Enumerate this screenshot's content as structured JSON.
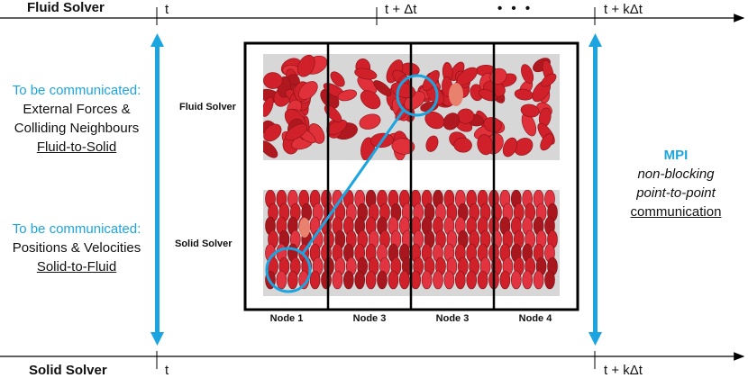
{
  "timeline": {
    "top_label": "Fluid Solver",
    "bottom_label": "Solid Solver",
    "top_ticks": [
      "t",
      "t + Δt",
      "• • •",
      "t + kΔt"
    ],
    "bottom_ticks": [
      "t",
      "t + kΔt"
    ]
  },
  "left": {
    "block1_heading": "To be communicated:",
    "block1_line1": "External Forces &",
    "block1_line2": "Colliding Neighbours",
    "block1_direction": "Fluid-to-Solid",
    "block2_heading": "To be communicated:",
    "block2_line1": "Positions & Velocities",
    "block2_direction": "Solid-to-Fluid"
  },
  "right": {
    "title": "MPI",
    "line1": "non-blocking",
    "line2": "point-to-point",
    "line3": "communication"
  },
  "center": {
    "fluid_label": "Fluid Solver",
    "solid_label": "Solid Solver",
    "nodes": [
      "Node 1",
      "Node 3",
      "Node 3",
      "Node 4"
    ]
  },
  "colors": {
    "accent": "#1aa5e0",
    "cell": "#d0202a",
    "panel": "#d7d7d7"
  }
}
